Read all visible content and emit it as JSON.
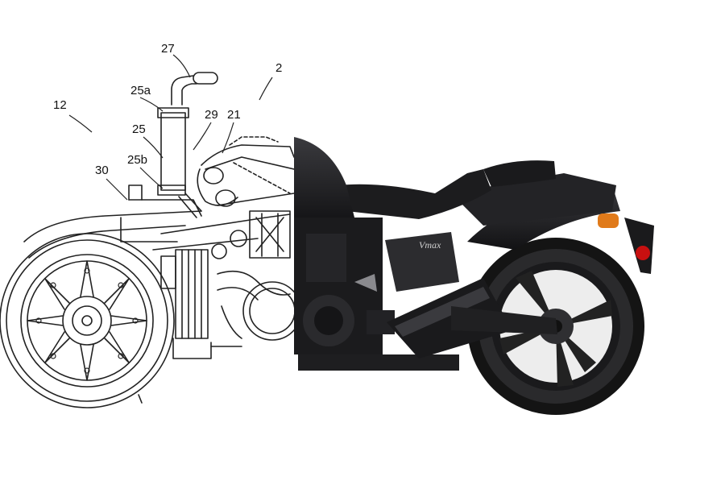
{
  "image": {
    "left_half": "patent-line-drawing",
    "right_half": "motorcycle-photo",
    "colors": {
      "line": "#222222",
      "bike_body": "#1f1f21",
      "bike_highlight": "#3a3a3e",
      "tire": "#141414",
      "indicator": "#e07a1a",
      "tail_light": "#c81010"
    }
  },
  "callouts": {
    "c27": "27",
    "c2": "2",
    "c25a": "25a",
    "c12": "12",
    "c25": "25",
    "c29": "29",
    "c21": "21",
    "c25b": "25b",
    "c30": "30"
  },
  "photo": {
    "badge": "Vmax"
  }
}
